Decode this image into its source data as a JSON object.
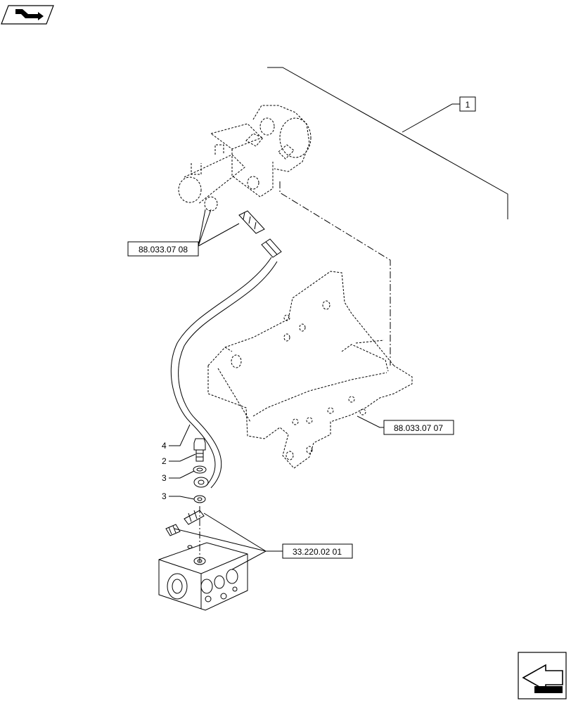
{
  "callouts": {
    "assembly_ref": "1",
    "ref_top_hose": "88.033.07 08",
    "ref_bracket": "88.033.07 07",
    "ref_valve_block": "33.220.02 01"
  },
  "items": {
    "item_4": "4",
    "item_2": "2",
    "item_3a": "3",
    "item_3b": "3"
  },
  "nav": {
    "top_icon": "nav-top-icon",
    "bottom_icon": "next-page-arrow-icon"
  }
}
